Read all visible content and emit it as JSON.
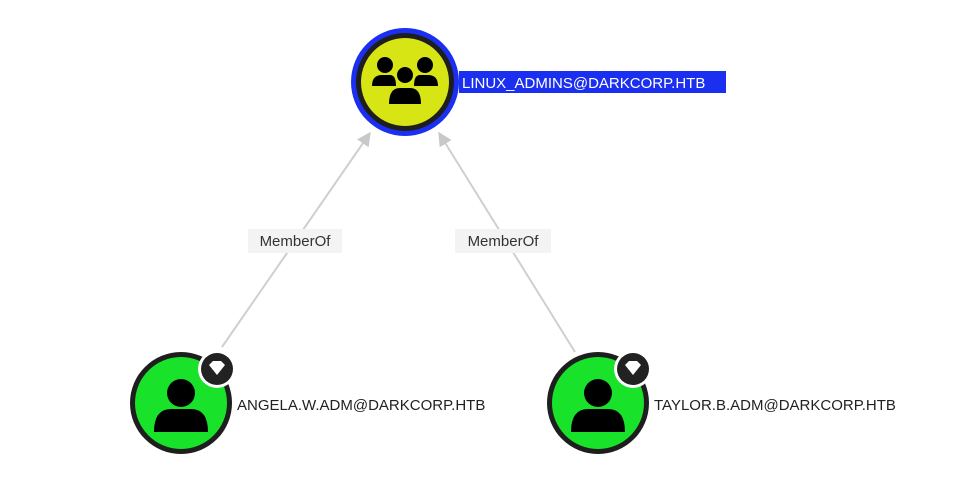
{
  "nodes": {
    "group": {
      "label": "LINUX_ADMINS@DARKCORP.HTB",
      "icon": "group-icon",
      "fill": "#d8e514",
      "ring": "#1a2ff0",
      "selected": true
    },
    "user1": {
      "label": "ANGELA.W.ADM@DARKCORP.HTB",
      "icon": "user-icon",
      "badge": "gem-icon",
      "fill": "#18e22a"
    },
    "user2": {
      "label": "TAYLOR.B.ADM@DARKCORP.HTB",
      "icon": "user-icon",
      "badge": "gem-icon",
      "fill": "#18e22a"
    }
  },
  "edges": [
    {
      "from": "user1",
      "to": "group",
      "label": "MemberOf"
    },
    {
      "from": "user2",
      "to": "group",
      "label": "MemberOf"
    }
  ]
}
